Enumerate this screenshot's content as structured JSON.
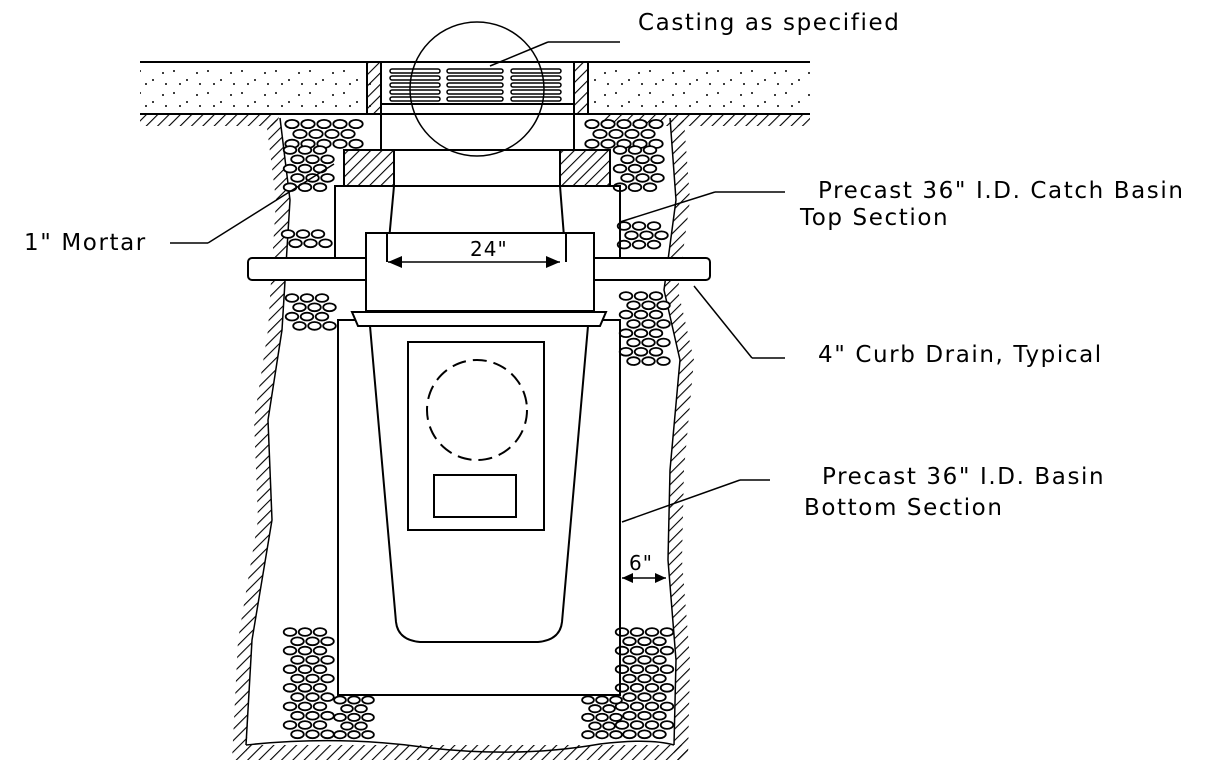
{
  "labels": {
    "casting": "Casting as specified",
    "top_section_line1": "Precast 36\" I.D. Catch Basin",
    "top_section_line2": "Top Section",
    "mortar": "1\" Mortar",
    "curb_drain": "4\" Curb Drain, Typical",
    "bottom_section_line1": "Precast 36\" I.D. Basin",
    "bottom_section_line2": "Bottom Section"
  },
  "dimensions": {
    "grate_width": "24\"",
    "wall_clearance": "6\""
  }
}
